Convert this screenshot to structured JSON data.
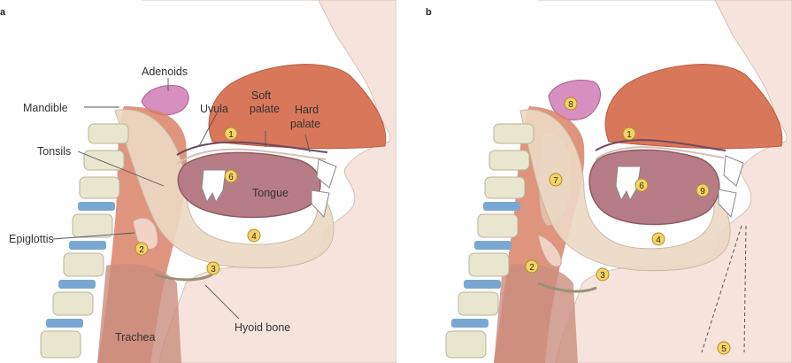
{
  "panels": {
    "a": {
      "letter": "a",
      "labels": {
        "adenoids": "Adenoids",
        "mandible": "Mandible",
        "uvula": "Uvula",
        "soft_palate_1": "Soft",
        "soft_palate_2": "palate",
        "hard_palate_1": "Hard",
        "hard_palate_2": "palate",
        "tonsils": "Tonsils",
        "tongue": "Tongue",
        "epiglottis": "Epiglottis",
        "hyoid_bone": "Hyoid bone",
        "trachea": "Trachea"
      },
      "markers": [
        "1",
        "6",
        "4",
        "2",
        "3"
      ]
    },
    "b": {
      "letter": "b",
      "markers": [
        "8",
        "1",
        "7",
        "6",
        "9",
        "4",
        "2",
        "3",
        "5"
      ]
    }
  },
  "colors": {
    "skin": "#f6e4dc",
    "nasal": "#d9775a",
    "bone": "#e9e6cf",
    "vertebra_disc": "#7aa7d1",
    "tongue": "#b77d86",
    "pharynx": "#d98166",
    "adenoid": "#d78fc0",
    "marker": "#f3d36b"
  }
}
